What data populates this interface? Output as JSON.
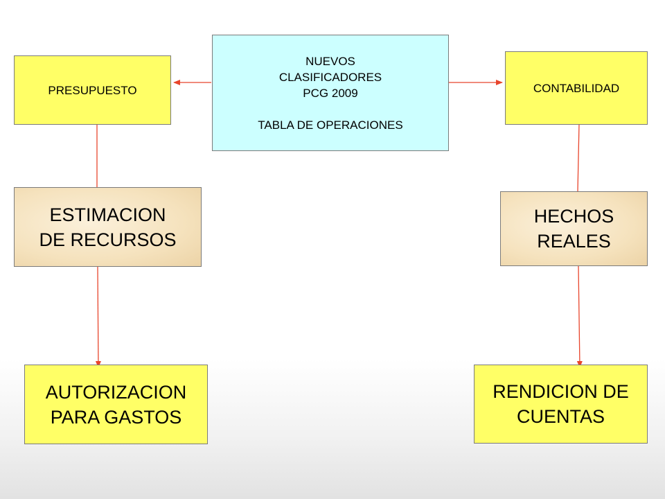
{
  "center_box": {
    "lines": "NUEVOS\n CLASIFICADORES\nPCG 2009\n\nTABLA DE OPERACIONES"
  },
  "presupuesto": {
    "label": "PRESUPUESTO"
  },
  "contabilidad": {
    "label": "CONTABILIDAD"
  },
  "estimacion": {
    "label": "ESTIMACION\nDE RECURSOS"
  },
  "hechos": {
    "label": "HECHOS\n REALES"
  },
  "autorizacion": {
    "label": "AUTORIZACION\nPARA GASTOS"
  },
  "rendicion": {
    "label": "RENDICION DE\nCUENTAS"
  },
  "colors": {
    "box_yellow": "#ffff66",
    "box_cyan": "#ccffff",
    "box_beige": "#f5e2bd",
    "connector": "#e8452c"
  }
}
